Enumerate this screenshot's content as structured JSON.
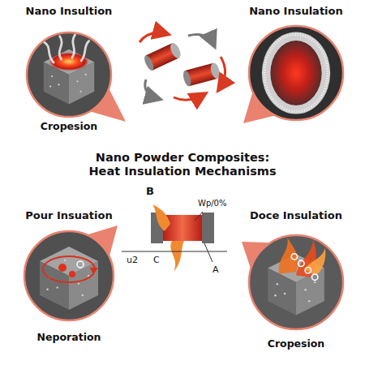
{
  "diagram": {
    "title": "Nano Powder Composites: Heat Insulation Mechanisms",
    "nodes": [
      {
        "text": [
          "Nano Insultion",
          "Cropesion"
        ]
      },
      {
        "text": [
          "Nano Insulation"
        ]
      },
      {
        "text": [
          "Pour Insuation",
          "Neporation"
        ]
      },
      {
        "text": [
          "Doce Insulation",
          "Cropesion"
        ]
      }
    ],
    "labels": [
      "B",
      "Wp/0%",
      "u2",
      "C",
      "A"
    ]
  }
}
